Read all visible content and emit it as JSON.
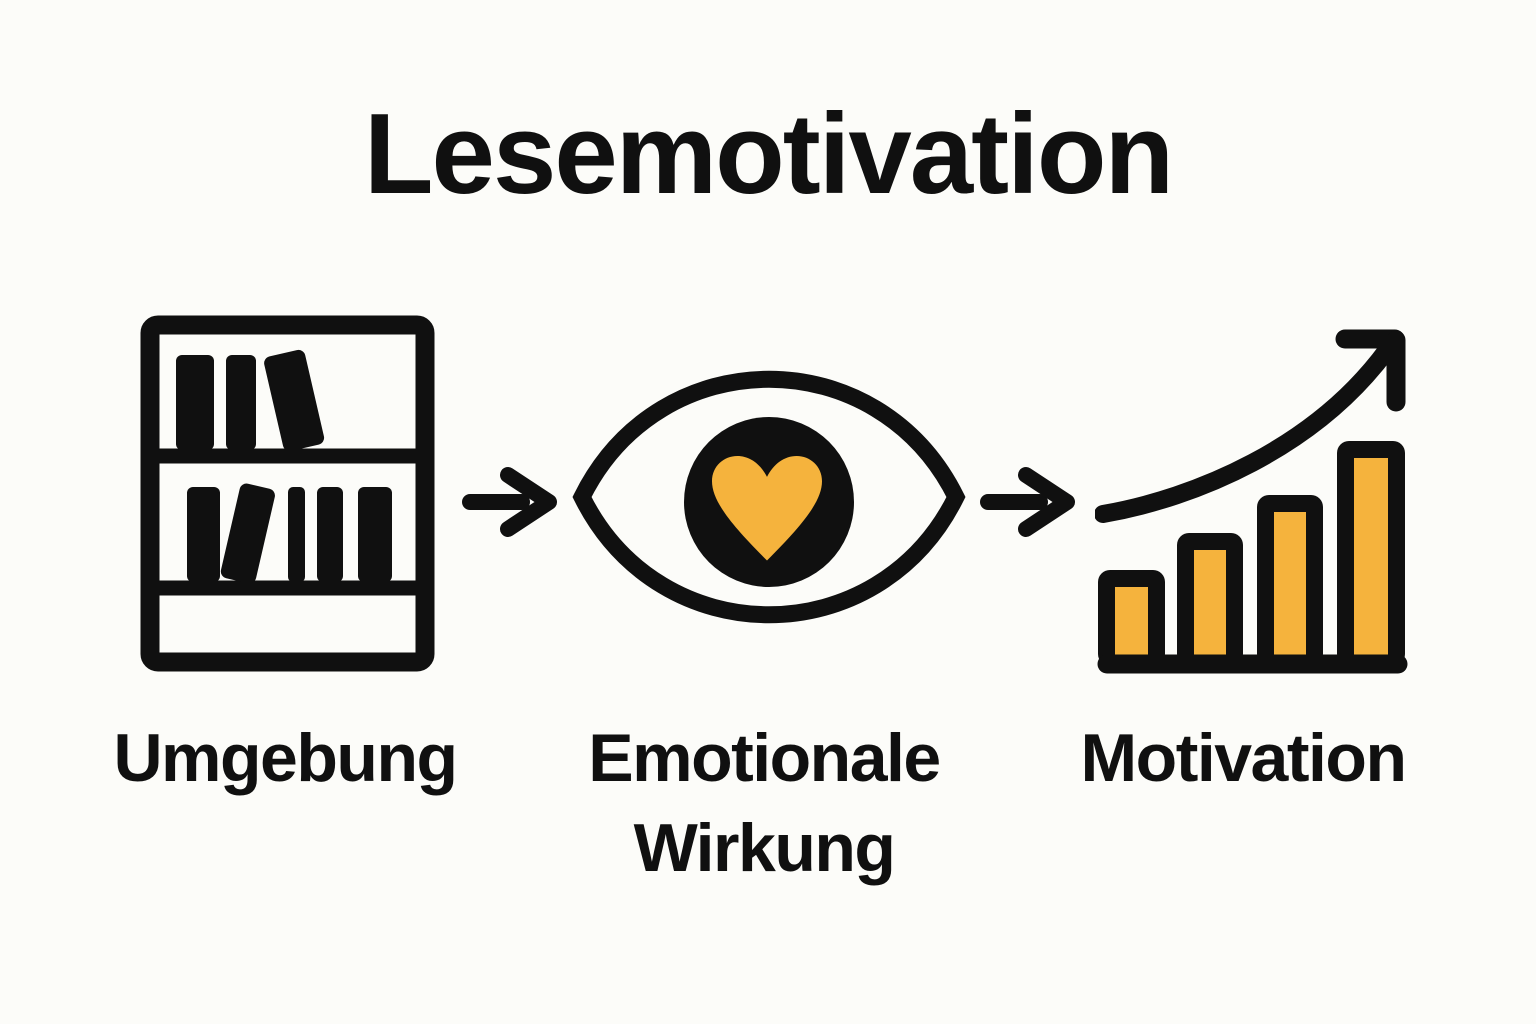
{
  "meta": {
    "background": "#FCFCF9",
    "ink": "#101010",
    "accent": "#F5B33D"
  },
  "title": "Lesemotivation",
  "steps": [
    {
      "id": "umgebung",
      "label": "Umgebung",
      "icon": "bookshelf-icon"
    },
    {
      "id": "emotionale-wirkung",
      "label": "Emotionale Wirkung",
      "label_lines": [
        "Emotionale",
        "Wirkung"
      ],
      "icon": "eye-heart-icon"
    },
    {
      "id": "motivation",
      "label": "Motivation",
      "icon": "bar-chart-growth-icon"
    }
  ],
  "connectors": [
    {
      "from": "umgebung",
      "to": "emotionale-wirkung",
      "icon": "arrow-right-icon"
    },
    {
      "from": "emotionale-wirkung",
      "to": "motivation",
      "icon": "arrow-right-icon"
    }
  ]
}
